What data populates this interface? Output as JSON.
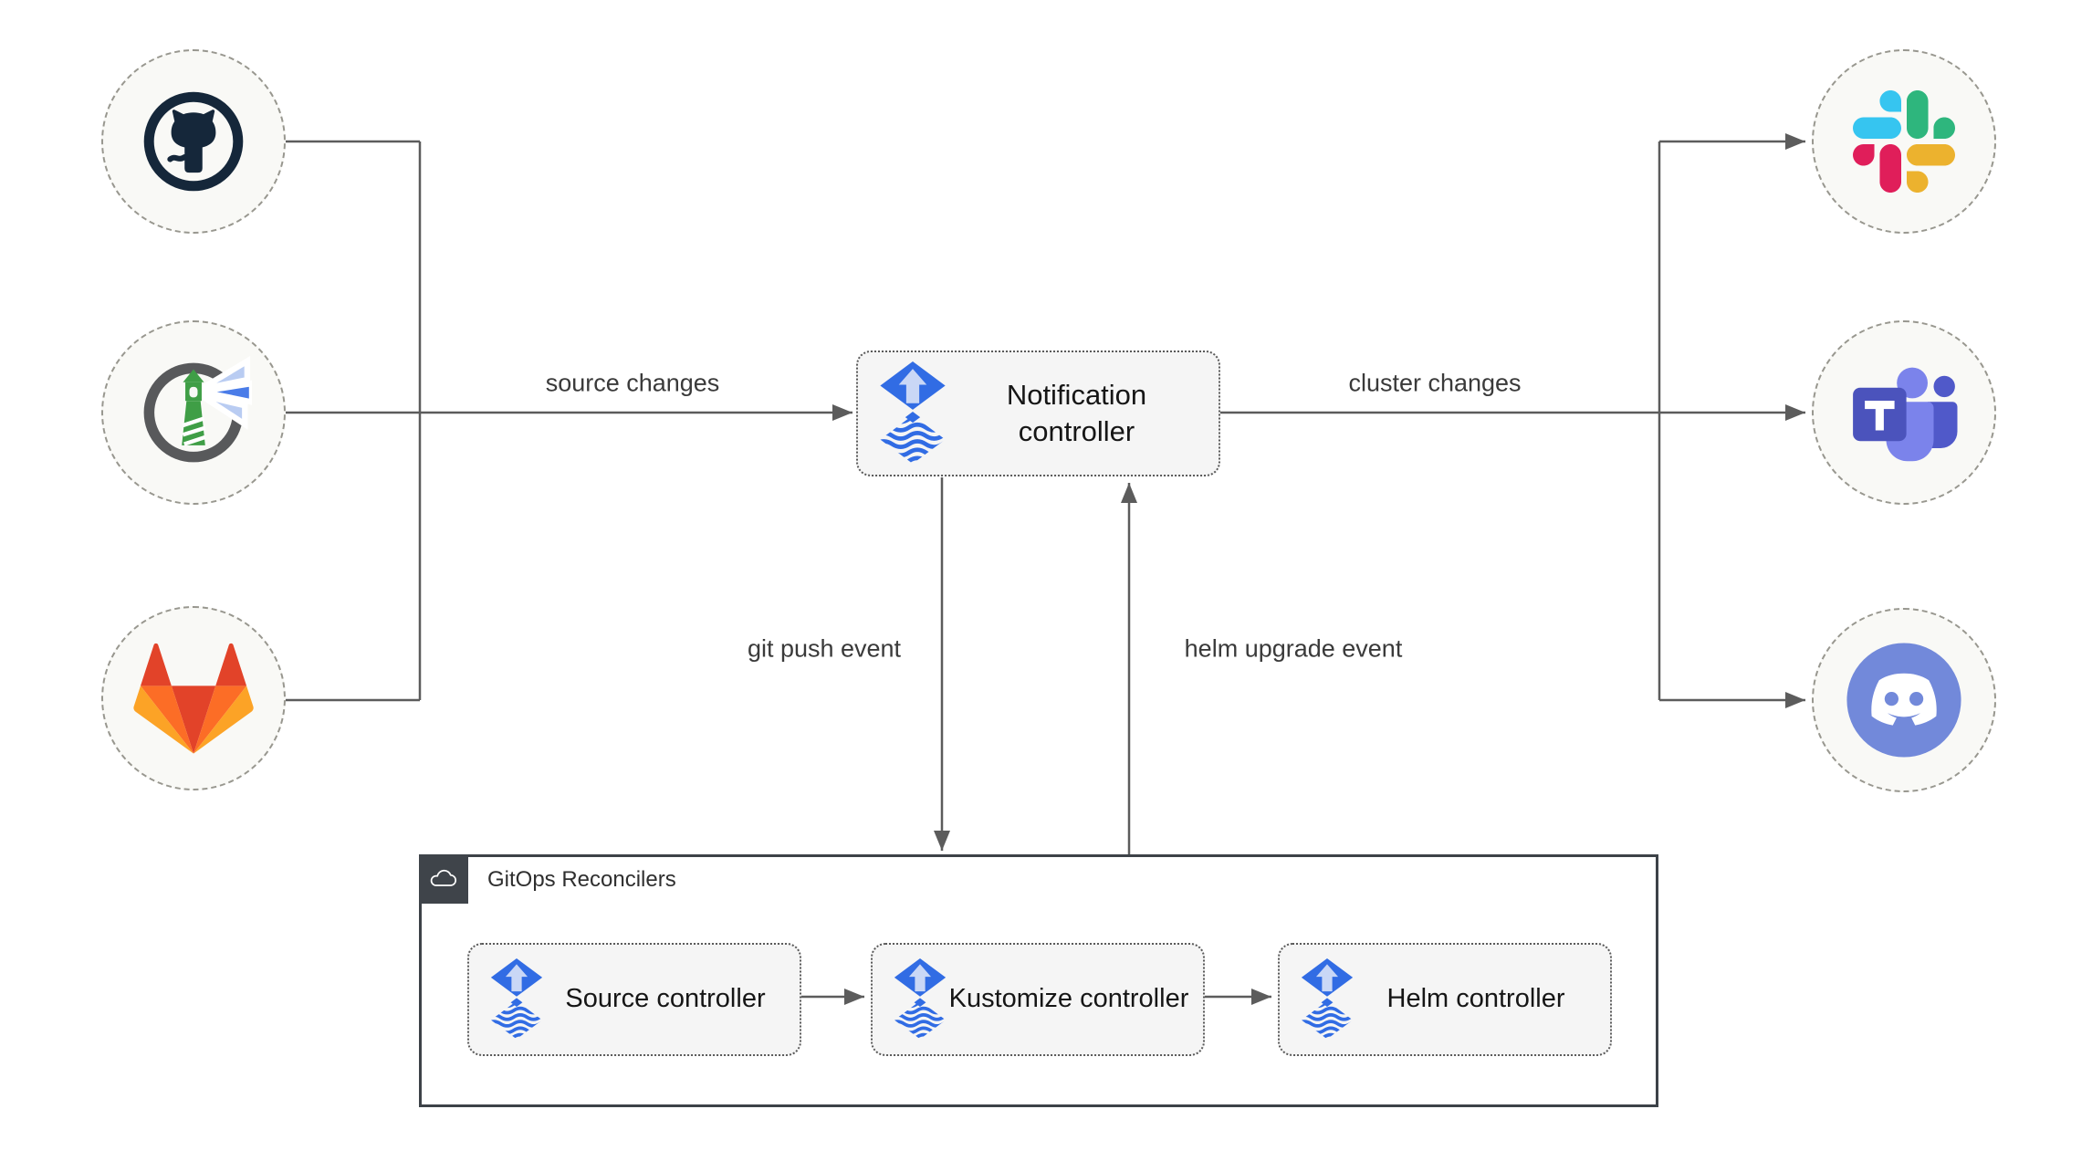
{
  "diagram": {
    "nodes": {
      "notification_controller": {
        "label": "Notification controller"
      },
      "source_controller": {
        "label": "Source controller"
      },
      "kustomize_controller": {
        "label": "Kustomize controller"
      },
      "helm_controller": {
        "label": "Helm controller"
      }
    },
    "container": {
      "label": "GitOps Reconcilers",
      "tab_icon": "cloud-icon"
    },
    "edges": {
      "source_changes": {
        "label": "source changes"
      },
      "cluster_changes": {
        "label": "cluster changes"
      },
      "git_push_event": {
        "label": "git push event"
      },
      "helm_upgrade_event": {
        "label": "helm upgrade event"
      }
    },
    "sources": [
      {
        "id": "github",
        "icon": "github-icon"
      },
      {
        "id": "harbor",
        "icon": "harbor-icon"
      },
      {
        "id": "gitlab",
        "icon": "gitlab-icon"
      }
    ],
    "targets": [
      {
        "id": "slack",
        "icon": "slack-icon"
      },
      {
        "id": "microsoft-teams",
        "icon": "teams-icon"
      },
      {
        "id": "discord",
        "icon": "discord-icon"
      }
    ],
    "colors": {
      "flux_blue": "#316ce4",
      "flux_arrow_light": "#c9d7f6",
      "wire_gray": "#5c5c5c",
      "node_fill": "#f9f9f6",
      "box_fill": "#f5f5f5",
      "container_border": "#3d4248",
      "github_dark": "#15273a",
      "harbor_green": "#3f9e46",
      "harbor_ring_gray": "#58595b",
      "harbor_beam_blue": "#4a7ce8",
      "harbor_beam_light": "#b9ccf2",
      "gitlab_red": "#e24329",
      "gitlab_orange": "#fc6d26",
      "gitlab_yellow": "#fca326",
      "slack_blue": "#36c5f0",
      "slack_green": "#2eb67d",
      "slack_yellow": "#ecb22e",
      "slack_red": "#e01e5a",
      "teams_dark": "#4b53bc",
      "teams_mid": "#5059c9",
      "teams_light": "#7b83eb",
      "discord_blurple": "#7289da"
    }
  }
}
